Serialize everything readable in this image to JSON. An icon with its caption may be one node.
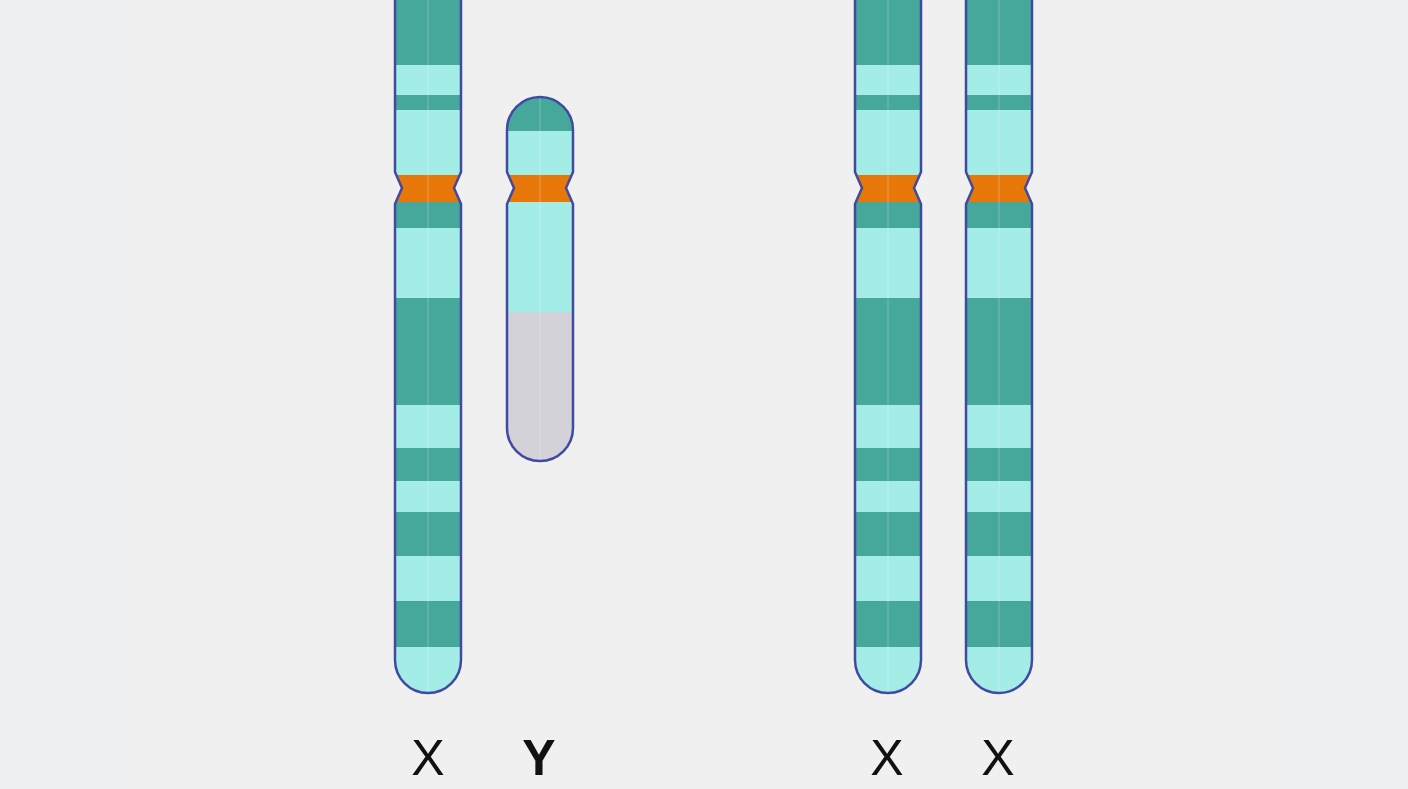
{
  "diagram": {
    "labels": [
      "X",
      "Y",
      "X",
      "X"
    ]
  }
}
